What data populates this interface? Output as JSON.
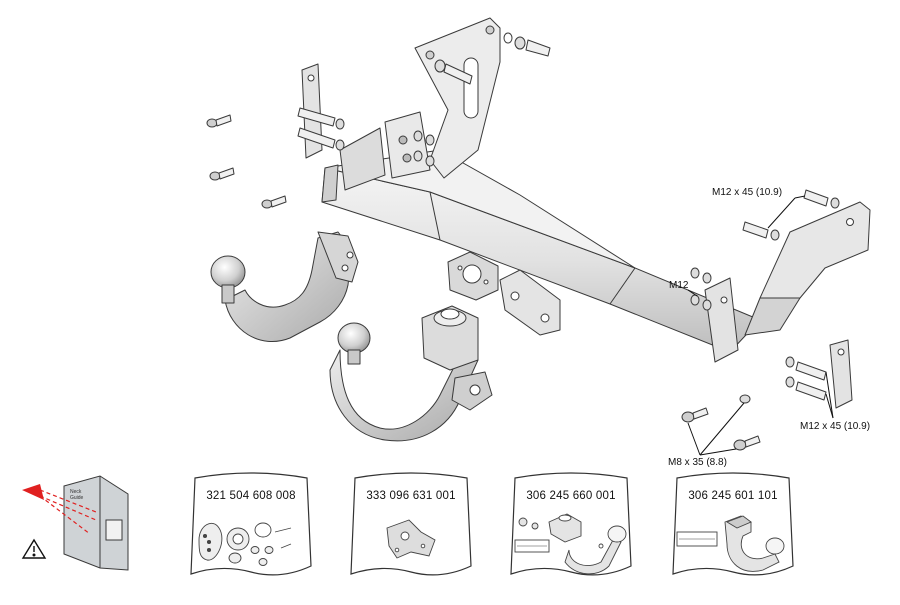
{
  "labels": {
    "bolt_top_right": "M12 x 45 (10.9)",
    "nut_middle": "M12",
    "bolt_bottom_right": "M12 x 45 (10.9)",
    "bolt_bottom": "M8 x 35 (8.8)"
  },
  "guide": {
    "text_line1": "Neck",
    "text_line2": "Guide"
  },
  "packages": [
    {
      "part_number": "321 504 608 008"
    },
    {
      "part_number": "333 096 631 001"
    },
    {
      "part_number": "306 245 660 001"
    },
    {
      "part_number": "306 245 601 101"
    }
  ],
  "colors": {
    "line": "#3a3a3a",
    "metal_light": "#eeeeee",
    "metal_mid": "#d4d4d4",
    "metal_dark": "#a8a8a8",
    "warning_red": "#e02020"
  }
}
